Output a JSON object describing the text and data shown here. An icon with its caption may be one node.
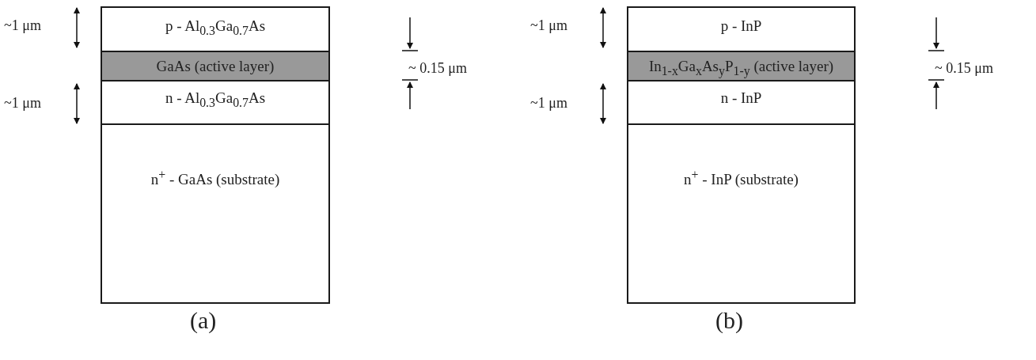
{
  "diagram": {
    "nodes": [
      {
        "text": [
          "p - Al$_{0.3}$Ga$_{0.7}$As"
        ]
      },
      {
        "text": [
          "GaAs (active layer)"
        ]
      },
      {
        "text": [
          "n - Al$_{0.3}$Ga$_{0.7}$As"
        ]
      },
      {
        "text": [
          "n$^{+}$ - GaAs (substrate)"
        ]
      },
      {
        "text": [
          "p - InP"
        ]
      },
      {
        "text": [
          "In$_{1-x}$Ga$_{x}$As$_{y}$P$_{1-y}$ (active layer)"
        ]
      },
      {
        "text": [
          "n - InP"
        ]
      },
      {
        "text": [
          "n$^{+}$ - InP (substrate)"
        ]
      }
    ],
    "labels": [
      "~1 μm",
      "~ 0.15 μm",
      "~1 μm",
      "(a)",
      "~1 μm",
      "~ 0.15 μm",
      "~1 μm",
      "(b)"
    ]
  }
}
